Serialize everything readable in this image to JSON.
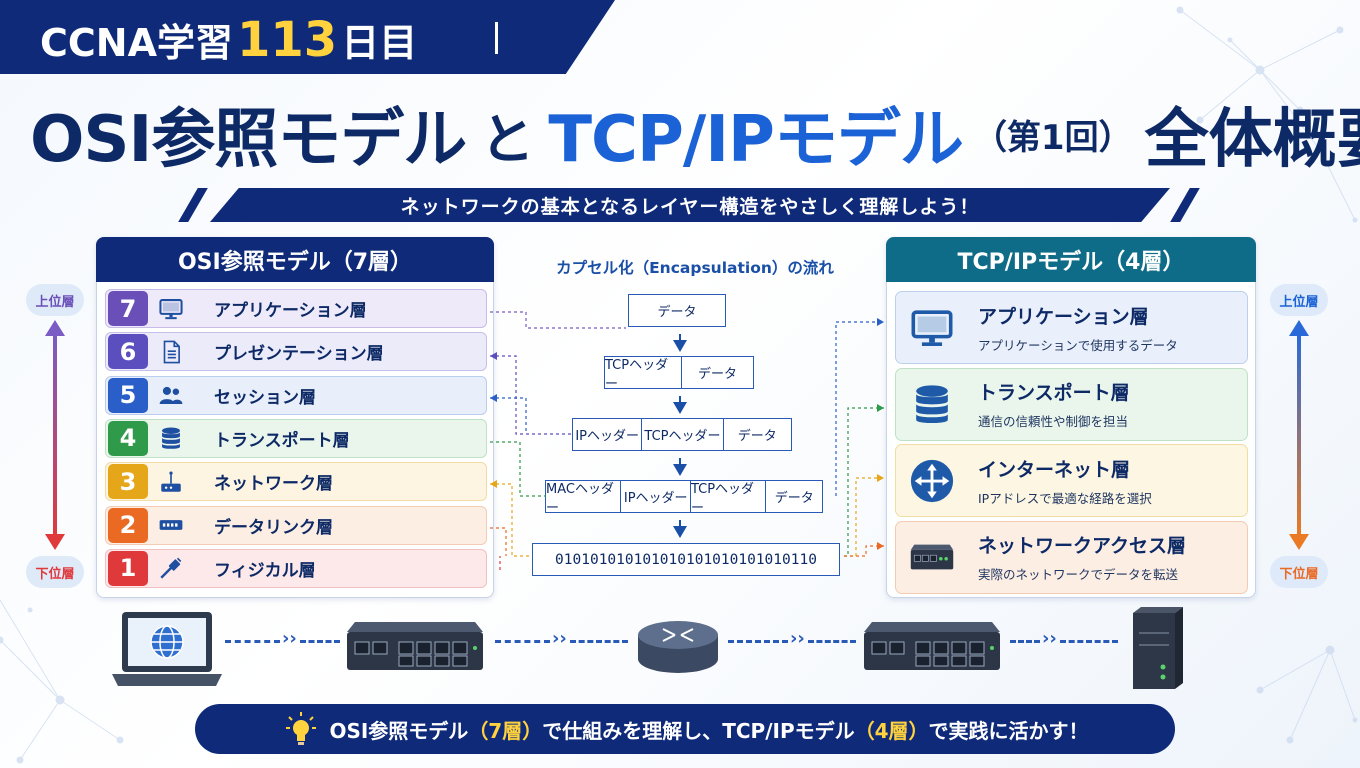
{
  "header": {
    "ribbon_prefix": "CCNA学習",
    "ribbon_number": "113",
    "ribbon_suffix": "日目"
  },
  "title": {
    "osi": "OSI参照モデル",
    "connector": "と",
    "tcp": "TCP/IPモデル",
    "paren": "（第1回）",
    "tail": "全体概要"
  },
  "subtitle": "ネットワークの基本となるレイヤー構造をやさしく理解しよう！",
  "osi_panel": {
    "heading": "OSI参照モデル（7層）",
    "layers": [
      {
        "num": "7",
        "label": "アプリケーション層",
        "icon": "monitor-icon",
        "color": "#6a4fb8",
        "bg": "#efeafa",
        "border": "#c8bbe8"
      },
      {
        "num": "6",
        "label": "プレゼンテーション層",
        "icon": "document-icon",
        "color": "#5b4fbf",
        "bg": "#ecebfa",
        "border": "#c4c0ea"
      },
      {
        "num": "5",
        "label": "セッション層",
        "icon": "users-icon",
        "color": "#2a5ec8",
        "bg": "#e8effb",
        "border": "#b9cdee"
      },
      {
        "num": "4",
        "label": "トランスポート層",
        "icon": "database-icon",
        "color": "#2f9a4a",
        "bg": "#eaf6ec",
        "border": "#bfe2c6"
      },
      {
        "num": "3",
        "label": "ネットワーク層",
        "icon": "router-icon",
        "color": "#e6a61a",
        "bg": "#fdf5e2",
        "border": "#f1dca4"
      },
      {
        "num": "2",
        "label": "データリンク層",
        "icon": "switch-icon",
        "color": "#ea6a24",
        "bg": "#fdeee4",
        "border": "#f3cbb2"
      },
      {
        "num": "1",
        "label": "フィジカル層",
        "icon": "cable-icon",
        "color": "#e0393c",
        "bg": "#fde9e9",
        "border": "#f1c0c0"
      }
    ]
  },
  "encapsulation": {
    "title": "カプセル化（Encapsulation）の流れ",
    "rows": [
      [
        "データ"
      ],
      [
        "TCPヘッダー",
        "データ"
      ],
      [
        "IPヘッダー",
        "TCPヘッダー",
        "データ"
      ],
      [
        "MACヘッダー",
        "IPヘッダー",
        "TCPヘッダー",
        "データ"
      ]
    ],
    "bits": "010101010101010101010101010110"
  },
  "tcp_panel": {
    "heading": "TCP/IPモデル（4層）",
    "layers": [
      {
        "name": "アプリケーション層",
        "desc": "アプリケーションで使用するデータ",
        "icon": "monitor-icon",
        "bg": "#e9f0fb",
        "border": "#bcd0ee"
      },
      {
        "name": "トランスポート層",
        "desc": "通信の信頼性や制御を担当",
        "icon": "database-icon",
        "bg": "#eaf6ec",
        "border": "#bfe2c6"
      },
      {
        "name": "インターネット層",
        "desc": "IPアドレスで最適な経路を選択",
        "icon": "router-icon",
        "bg": "#fdf6e3",
        "border": "#f1dca4"
      },
      {
        "name": "ネットワークアクセス層",
        "desc": "実際のネットワークでデータを転送",
        "icon": "switch-icon",
        "bg": "#fdeee4",
        "border": "#f3cbb2"
      }
    ]
  },
  "side_labels": {
    "upper": "上位層",
    "lower": "下位層"
  },
  "bottom_banner": {
    "part1": "OSI参照モデル",
    "hl1": "（7層）",
    "part2": "で仕組みを理解し、TCP/IPモデル",
    "hl2": "（4層）",
    "part3": "で実践に活かす！"
  },
  "colors": {
    "navy": "#0e2a78",
    "blue": "#1a62d6",
    "teal": "#0f6c88",
    "yellow": "#ffd23e"
  }
}
